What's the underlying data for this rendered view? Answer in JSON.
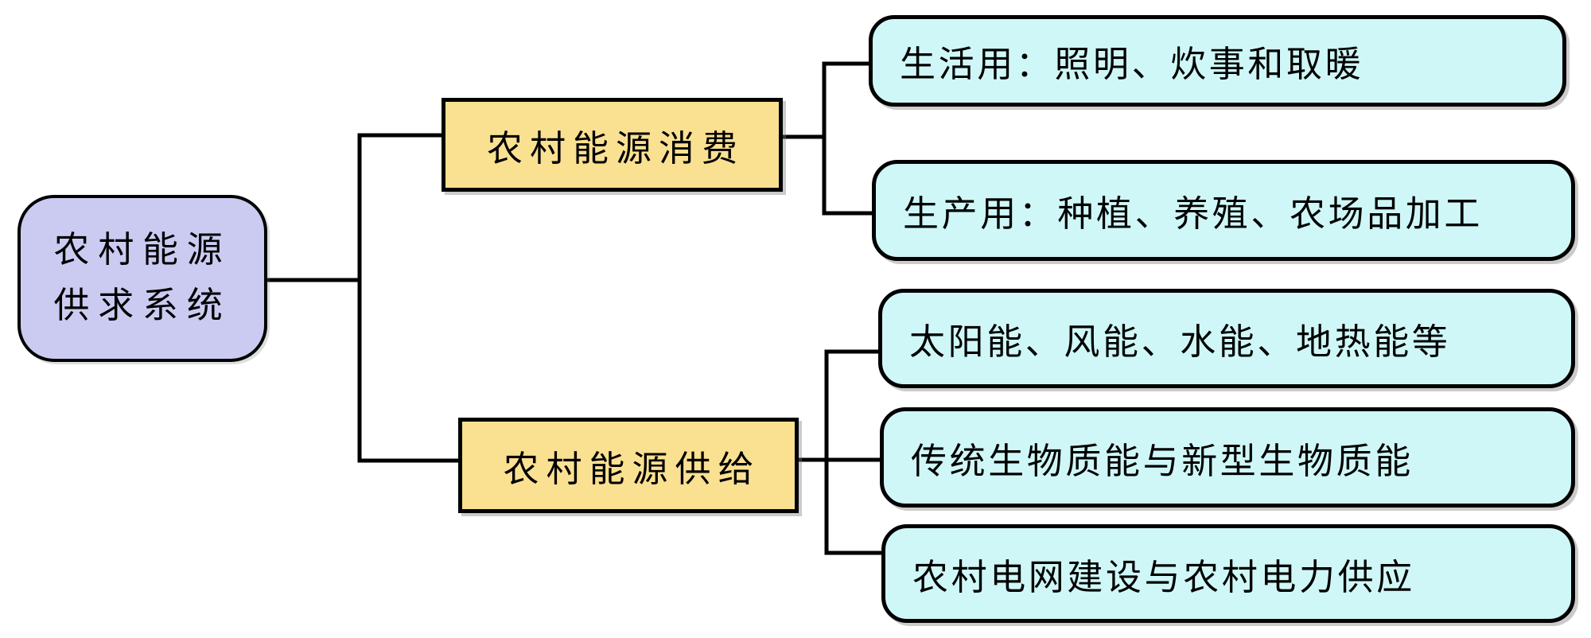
{
  "root": {
    "line1": "农村能源",
    "line2": "供求系统"
  },
  "branches": [
    {
      "label": "农村能源消费",
      "children": [
        {
          "label": "生活用：照明、炊事和取暖"
        },
        {
          "label": "生产用：种植、养殖、农场品加工"
        }
      ]
    },
    {
      "label": "农村能源供给",
      "children": [
        {
          "label": "太阳能、风能、水能、地热能等"
        },
        {
          "label": "传统生物质能与新型生物质能"
        },
        {
          "label": "农村电网建设与农村电力供应"
        }
      ]
    }
  ],
  "colors": {
    "root_fill": "#cbcbf2",
    "branch_fill": "#fae091",
    "leaf_fill": "#cff7f7",
    "border": "#000000",
    "connector": "#000000"
  }
}
